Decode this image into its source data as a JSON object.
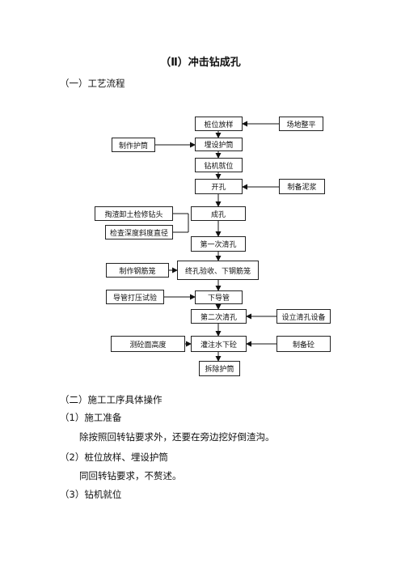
{
  "document": {
    "title": "（Ⅱ）冲击钻成孔",
    "section1": "（一）工艺流程",
    "section2": "（二）施工工序具体操作",
    "step1_heading": "（1）施工准备",
    "step1_text": "除按照回转钻要求外，还要在旁边挖好倒渣沟。",
    "step2_heading": "（2）桩位放样、埋设护筒",
    "step2_text": "同回转钻要求，不赘述。",
    "step3_heading": "（3）钻机就位"
  },
  "flowchart": {
    "main": {
      "pile_layout": "桩位放样",
      "bury_casing": "埋设护筒",
      "rig_position": "钻机就位",
      "open_hole": "开孔",
      "form_hole": "成孔",
      "first_clean": "第一次清孔",
      "final_accept": "终孔验收、下钢筋笼",
      "lower_pipe": "下导管",
      "second_clean": "第二次清孔",
      "pour_concrete": "灌注水下砼",
      "remove_casing": "拆除护筒"
    },
    "side": {
      "site_level": "场地整平",
      "make_casing": "制作护筒",
      "prep_mud": "制备泥浆",
      "slag_repair": "掏渣卸土检修钻头",
      "check_depth": "检查深度斜度直径",
      "make_cage": "制作钢筋笼",
      "pipe_test": "导管打压试验",
      "setup_clean": "设立清孔设备",
      "measure_surface": "测砼面高度",
      "prep_concrete": "制备砼"
    }
  }
}
